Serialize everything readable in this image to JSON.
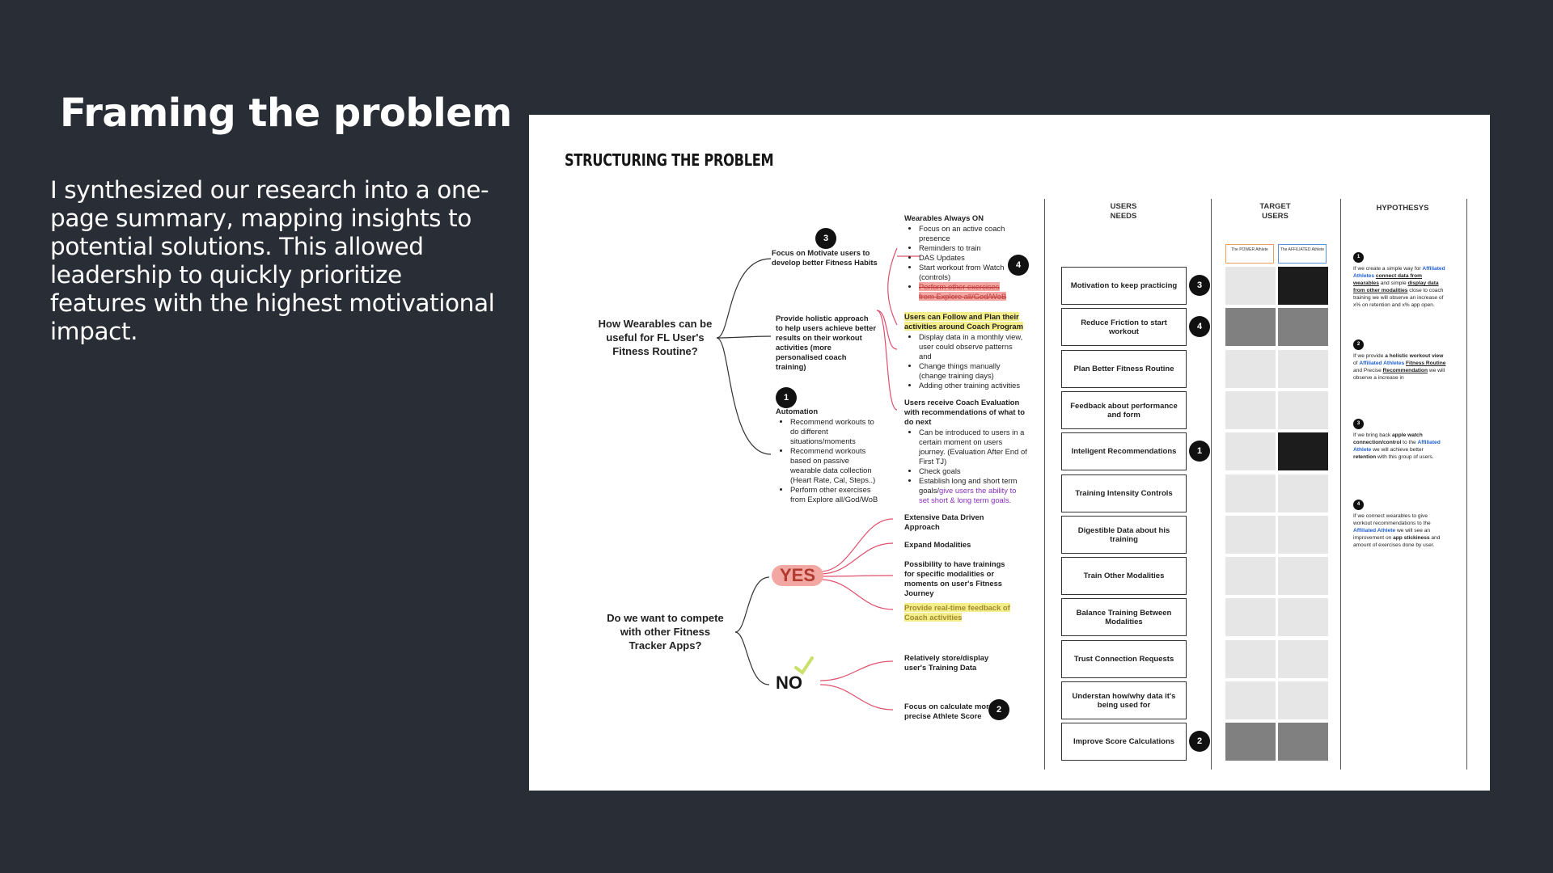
{
  "slide": {
    "title": "Framing the problem",
    "body": "I synthesized our research into a one-page summary, mapping insights to potential solutions. This allowed leadership to quickly prioritize features with the highest motivational impact."
  },
  "board": {
    "title": "STRUCTURING THE PROBLEM",
    "questions": {
      "q1": "How Wearables can be useful for FL User's Fitness Routine?",
      "q2": "Do we want to compete with other Fitness Tracker Apps?"
    },
    "branches": {
      "motivate": "Focus on Motivate users to develop better Fitness Habits",
      "holistic": "Provide holistic approach to help users  achieve better results on their workout activities (more personalised coach training)",
      "automation_title": "Automation",
      "automation_items": [
        "Recommend workouts to do different situations/moments",
        "Recommend workouts based on passive wearable data collection (Heart Rate, Cal, Steps..)",
        "Perform other exercises from Explore all/God/WoB"
      ]
    },
    "ideas": {
      "wearables_title": "Wearables Always ON",
      "wearables_items": [
        "Focus on an active coach presence",
        "Reminders to train",
        "DAS Updates",
        "Start workout from Watch (controls)",
        "Perform other exercises from Explore all/God/WoB"
      ],
      "follow_title": "Users can Follow and Plan their activities around Coach Program",
      "follow_items": [
        "Display data in a monthly view, user could observe patterns and",
        "Change things manually (change training days)",
        "Adding other training activities"
      ],
      "eval_title": "Users receive Coach Evaluation with recommendations of what to do next",
      "eval_items": [
        "Can be introduced to users in a certain moment on users journey. (Evaluation After End of First TJ)",
        "Check goals"
      ],
      "eval_goals_a": "Establish long and short term goals/",
      "eval_goals_b": "give users the ability to set short & long term goals."
    },
    "yes_label": "YES",
    "no_label": "NO",
    "yes_items": [
      "Extensive Data Driven Approach",
      "Expand Modalities",
      "Possibility to have trainings for specific modalities or moments on user's Fitness Journey",
      "Provide real-time feedback of Coach activities"
    ],
    "no_items": [
      "Relatively store/display user's Training Data",
      "Focus on calculate more precise Athlete Score"
    ],
    "columns": {
      "needs": "USERS NEEDS",
      "target": "TARGET USERS",
      "hypothesis": "HYPOTHESYS"
    },
    "target_chips": [
      "The POWER Athlete",
      "The AFFILIATED Athlete"
    ],
    "needs": [
      "Motivation to keep practicing",
      "Reduce Friction to start workout",
      "Plan Better Fitness Routine",
      "Feedback about performance and form",
      "Inteligent Recommendations",
      "Training Intensity Controls",
      "Digestible Data about his training",
      "Train Other Modalities",
      "Balance Training Between Modalities",
      "Trust Connection Requests",
      "Understan how/why data it's being used for",
      "Improve Score Calculations"
    ],
    "need_badges": [
      "3",
      "4",
      "",
      "",
      "1",
      "",
      "",
      "",
      "",
      "",
      "",
      "2"
    ],
    "target_cells": [
      [
        "#e6e6e6",
        "#1c1c1c"
      ],
      [
        "#808080",
        "#808080"
      ],
      [
        "#e6e6e6",
        "#e6e6e6"
      ],
      [
        "#e6e6e6",
        "#e6e6e6"
      ],
      [
        "#e6e6e6",
        "#1c1c1c"
      ],
      [
        "#e6e6e6",
        "#e6e6e6"
      ],
      [
        "#e6e6e6",
        "#e6e6e6"
      ],
      [
        "#e6e6e6",
        "#e6e6e6"
      ],
      [
        "#e6e6e6",
        "#e6e6e6"
      ],
      [
        "#e6e6e6",
        "#e6e6e6"
      ],
      [
        "#e6e6e6",
        "#e6e6e6"
      ],
      [
        "#808080",
        "#808080"
      ]
    ],
    "diagram_badges": [
      "3",
      "4",
      "1",
      "2"
    ],
    "hypotheses": {
      "h1_badge": "1",
      "h2_badge": "2",
      "h3_badge": "3",
      "h4_badge": "4",
      "h1": [
        "If we create a simple way for ",
        "Affiliated Athletes",
        " ",
        "connect data from wearables",
        " and simple ",
        "display data from other modalities",
        " close to coach training we will observe an increase of x% on retention and x% app open."
      ],
      "h2": [
        "If we provide ",
        "a holistic workout view",
        " of ",
        "Affiliated Athletes",
        " ",
        "Fitness Routine",
        " and Precise ",
        "Recommendation",
        " we will observe a increase in"
      ],
      "h3": [
        "If we bring back ",
        "apple watch connection/control",
        " to the ",
        "Affiliated Athlete",
        " we will achieve better ",
        "retention",
        " with this group of users."
      ],
      "h4": [
        "If we connect wearables to give workout recommendations to the ",
        "Affiliated Athlete",
        " we will see an improvement on ",
        "app stickiness",
        " and amount of exercises done by user."
      ]
    },
    "colors": {
      "arrow": "#e0506e",
      "connector": "#333333",
      "chip_power": "#f0a05a",
      "chip_affiliated": "#5a8fe0",
      "highlight": "#f4ee8a",
      "yes_bg": "#f2a7a2"
    }
  }
}
